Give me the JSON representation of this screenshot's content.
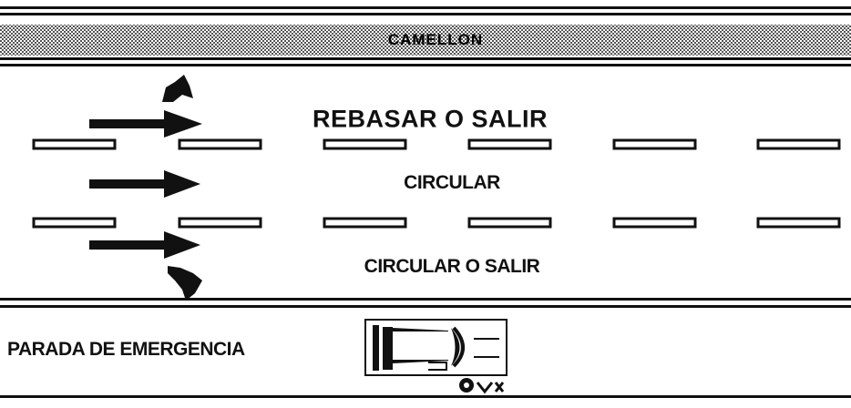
{
  "median": {
    "label": "CAMELLON"
  },
  "lanes": [
    {
      "label": "REBASAR O SALIR"
    },
    {
      "label": "CIRCULAR"
    },
    {
      "label": "CIRCULAR O SALIR"
    }
  ],
  "shoulder": {
    "label": "PARADA DE EMERGENCIA"
  },
  "icons": {
    "arrow": "right-arrow-icon",
    "merge_up": "curved-arrow-up-icon",
    "merge_down": "curved-arrow-down-icon",
    "vehicle": "car-topview-icon"
  },
  "colors": {
    "ink": "#111111",
    "background": "#ffffff",
    "median_fill": "#bdbdbd"
  }
}
